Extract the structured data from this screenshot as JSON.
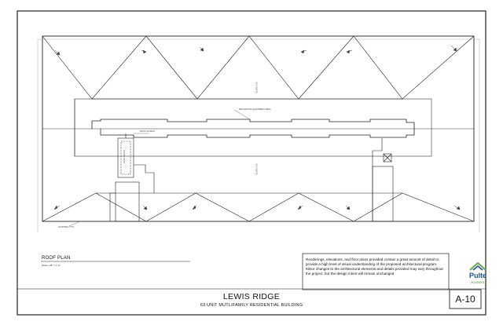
{
  "plan": {
    "title": "ROOF PLAN",
    "scale": "Scale: 1/8\" = 1'-0\""
  },
  "callouts": {
    "mechanical": "MECHANICAL EQUIPMENT AREA",
    "access": "ROOF ACCESS",
    "overflow": "SCUPPER (TYP.)",
    "slope_upper": "SLOPE 4:12",
    "slope_lower": "SLOPE 4:12",
    "hatch": "ROOF HATCH"
  },
  "project": {
    "title": "LEWIS RIDGE",
    "subtitle": "63 UNIT MUTLIFAMILY RESIDENTIAL BUILDING"
  },
  "disclaimer": "Renderings, elevations, and floor plans provided contain a great amount of detail to provide a high level of visual understanding of the proposed architectural program. Minor changes to the architectural elements and details provided may vary throughout the project, but the design intent will remain unchanged.",
  "logo": {
    "word": "Pulte",
    "sub": "HOMES"
  },
  "sheet": {
    "number": "A-10"
  },
  "colors": {
    "line": "#222222",
    "thin": "#555555",
    "logo_blue": "#1a4f9c",
    "logo_green": "#6aa84f"
  }
}
